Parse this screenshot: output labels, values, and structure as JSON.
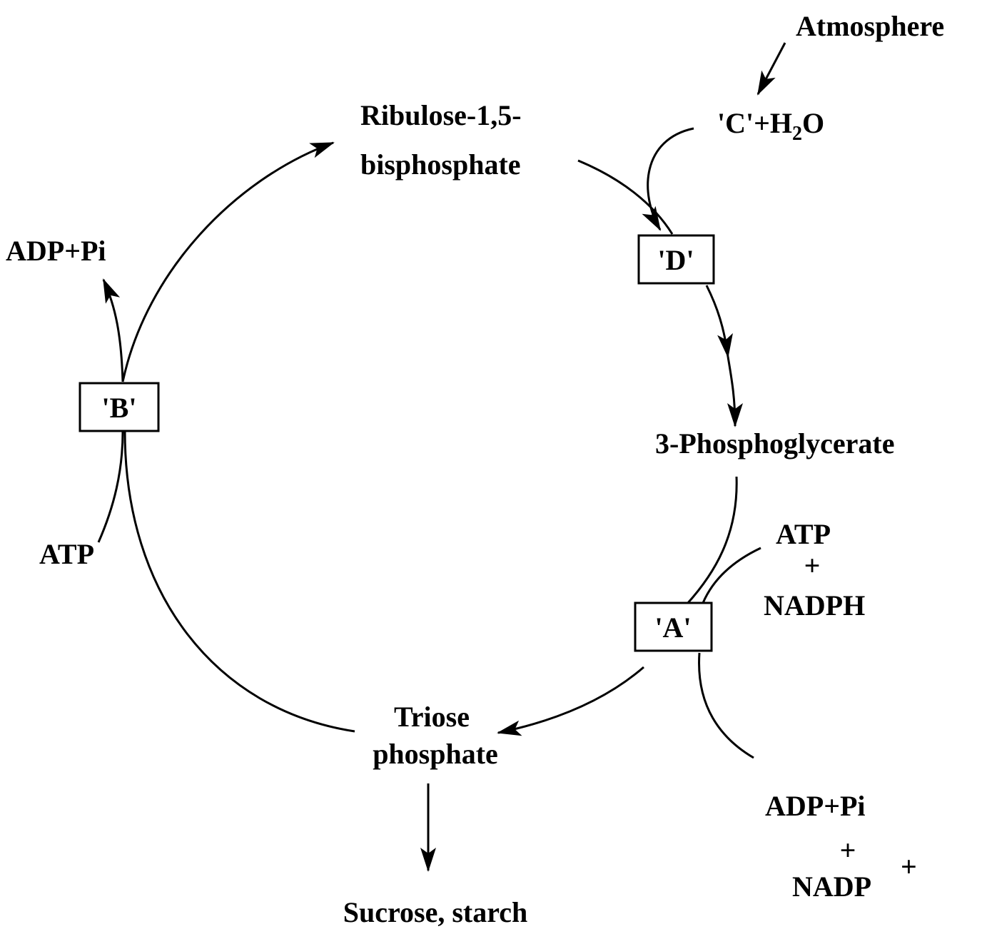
{
  "title": "Calvin cycle",
  "labels": {
    "atmosphere": "Atmosphere",
    "c_water": {
      "prefix": "'C'+H",
      "subscript": "2",
      "suffix": "O"
    },
    "rubp_line1": "Ribulose-1,5-",
    "rubp_line2": "bisphosphate",
    "box_d": "'D'",
    "pga": "3-Phosphoglycerate",
    "atp_right": "ATP",
    "plus_right_top": "+",
    "nadph": "NADPH",
    "box_a": "'A'",
    "adp_pi_right": "ADP+Pi",
    "plus_right_bottom": "+",
    "nadp": "NADP",
    "nadp_superscript": "+",
    "triose_line1": "Triose",
    "triose_line2": "phosphate",
    "sucrose_starch": "Sucrose, starch",
    "box_b": "'B'",
    "adp_pi_left": "ADP+Pi",
    "atp_left": "ATP"
  },
  "colors": {
    "stroke": "#000000",
    "background": "#ffffff"
  }
}
